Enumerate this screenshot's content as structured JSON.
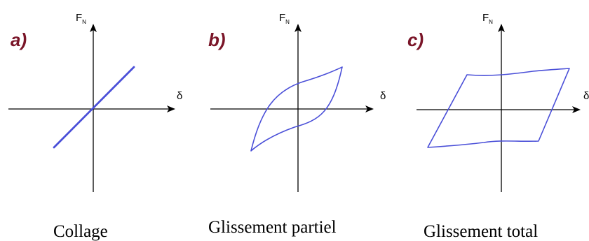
{
  "colors": {
    "panel_letter": "#7a1528",
    "curve": "#4a4fd8",
    "axis": "#000000"
  },
  "panels": [
    {
      "letter": "a)",
      "y_axis_label": "F",
      "y_axis_subscript": "N",
      "x_axis_label": "δ",
      "caption": "Collage",
      "curve_type": "linear"
    },
    {
      "letter": "b)",
      "y_axis_label": "F",
      "y_axis_subscript": "N",
      "x_axis_label": "δ",
      "caption": "Glissement partiel",
      "curve_type": "lens-hysteresis"
    },
    {
      "letter": "c)",
      "y_axis_label": "F",
      "y_axis_subscript": "N",
      "x_axis_label": "δ",
      "caption": "Glissement total",
      "curve_type": "parallelogram-hysteresis"
    }
  ]
}
